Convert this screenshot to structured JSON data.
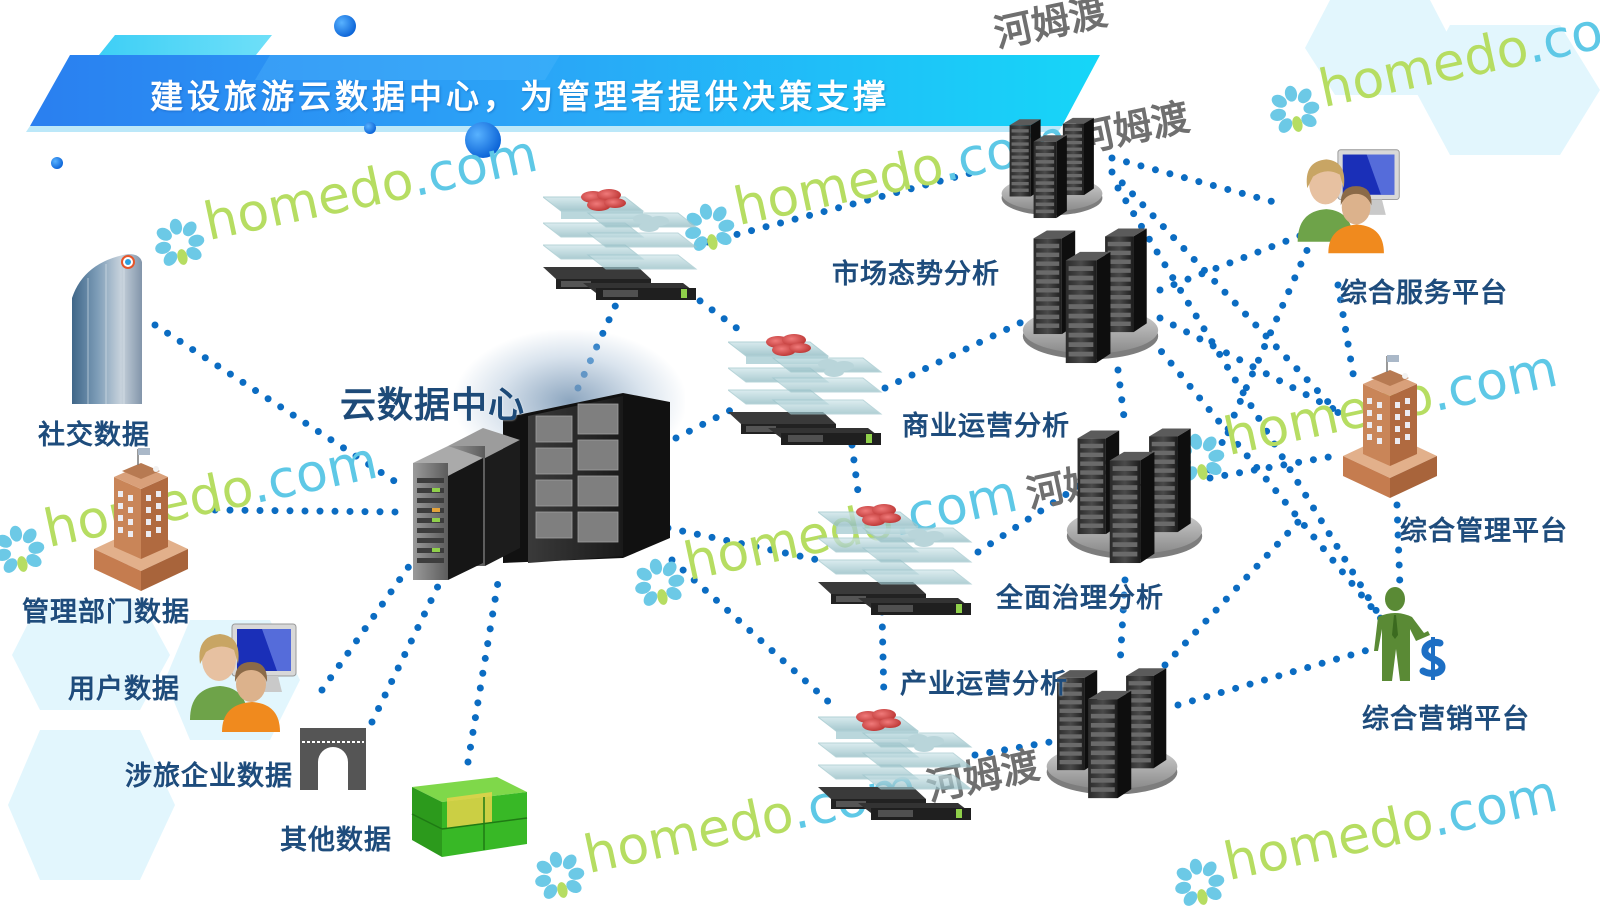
{
  "title": "建设旅游云数据中心，为管理者提供决策支撑",
  "center": {
    "label": "云数据中心"
  },
  "sources": [
    {
      "label": "社交数据",
      "icon": "skyscraper-icon"
    },
    {
      "label": "管理部门数据",
      "icon": "office-building-icon"
    },
    {
      "label": "用户数据",
      "icon": "users-computer-icon"
    },
    {
      "label": "涉旅企业数据",
      "icon": "arch-gate-icon"
    },
    {
      "label": "其他数据",
      "icon": "green-cube-icon"
    }
  ],
  "analyses": [
    {
      "label": "市场态势分析"
    },
    {
      "label": "商业运营分析"
    },
    {
      "label": "全面治理分析"
    },
    {
      "label": "产业运营分析"
    }
  ],
  "platforms": [
    {
      "label": "综合服务平台",
      "icon": "users-computer-icon"
    },
    {
      "label": "综合管理平台",
      "icon": "office-building-icon"
    },
    {
      "label": "综合营销平台",
      "icon": "businessman-dollar-icon"
    }
  ],
  "watermark": {
    "brand_name": "homedo",
    "brand_tld": ".com",
    "cn": "河姆渡"
  },
  "colors": {
    "connector": "#0b6cc2",
    "label": "#1e4c7c",
    "banner_left": "#2a82f2",
    "banner_right": "#16d2f6",
    "hexagon": "#e2f6fd"
  }
}
